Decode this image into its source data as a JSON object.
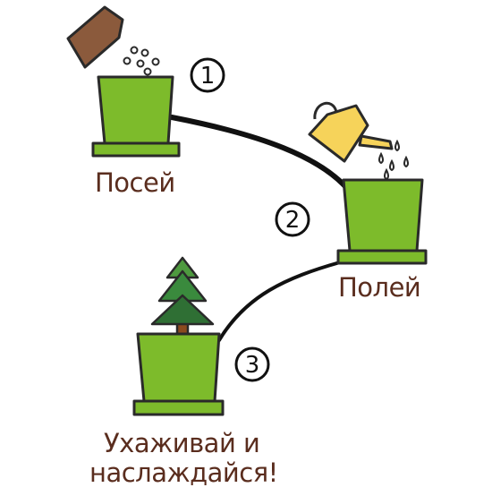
{
  "steps": [
    {
      "number": "1",
      "label": "Посей"
    },
    {
      "number": "2",
      "label": "Полей"
    },
    {
      "number": "3",
      "label_line1": "Ухаживай и",
      "label_line2": "наслаждайся!"
    }
  ],
  "colors": {
    "pot": "#7dbb2b",
    "pot_outline": "#2a2a2a",
    "soil_bag": "#8b5a3c",
    "watering_can": "#f6d35a",
    "tree_light": "#4e9a3f",
    "tree_dark": "#2f6f34",
    "trunk": "#8b4a1e",
    "text": "#5a2d1e"
  }
}
